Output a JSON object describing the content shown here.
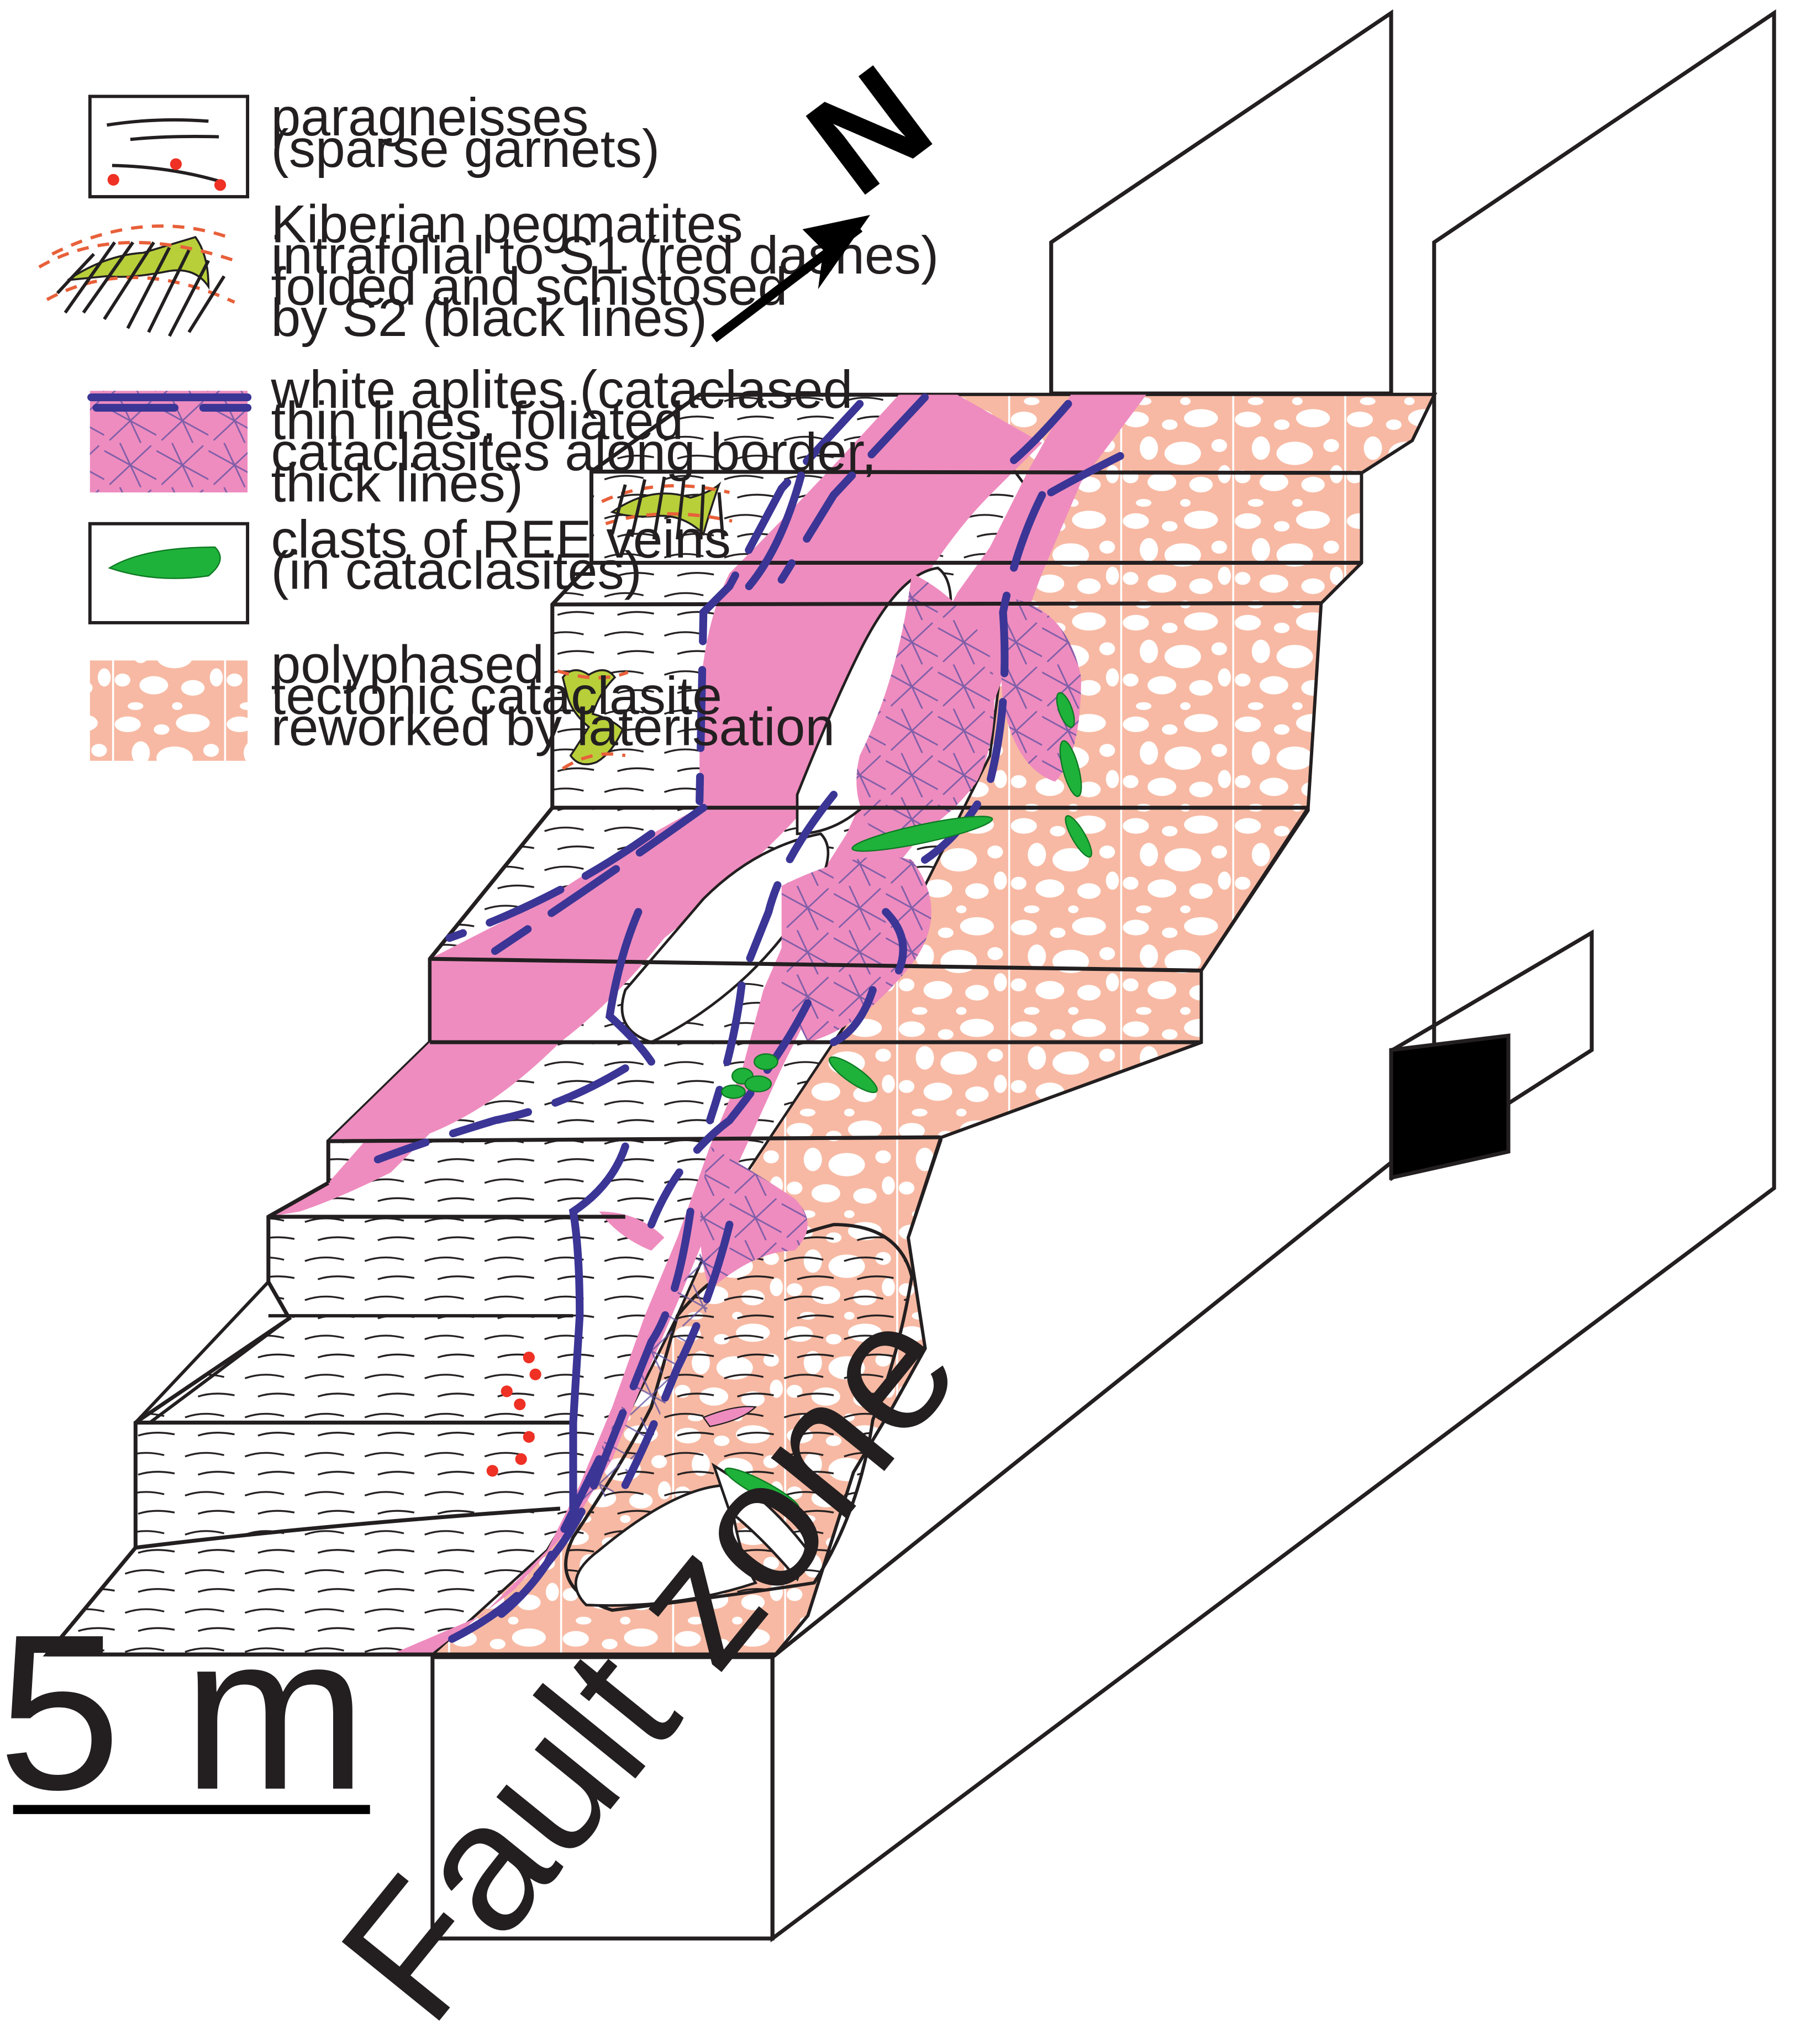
{
  "legend": [
    {
      "id": "paragneiss",
      "lines": [
        "paragneisses",
        "(sparse garnets)"
      ]
    },
    {
      "id": "pegmatite",
      "lines": [
        "Kiberian pegmatites",
        "intrafolial to S1 (red dashes)",
        "folded and schistosed",
        "by S2 (black lines)"
      ]
    },
    {
      "id": "aplite",
      "lines": [
        "white aplites (cataclased",
        "thin lines, foliated",
        "cataclasites along border,",
        "thick lines)"
      ]
    },
    {
      "id": "ree",
      "lines": [
        "clasts of REE veins",
        "(in cataclasites)"
      ]
    },
    {
      "id": "cataclasite",
      "lines": [
        "polyphased",
        "tectonic cataclasite",
        "reworked by laterisation"
      ]
    }
  ],
  "north_arrow": {
    "label": "N"
  },
  "scale_bar": {
    "label": "5 m"
  },
  "fault_zone": {
    "label": "Fault zone"
  },
  "colors": {
    "aplite": "#ee8cbf",
    "cataclasite": "#f7b9a3",
    "pegmatite": "#b8cf3a",
    "ree": "#1fb23b",
    "garnet": "#ee3124",
    "fault": "#3b3596",
    "outline": "#231f20"
  }
}
